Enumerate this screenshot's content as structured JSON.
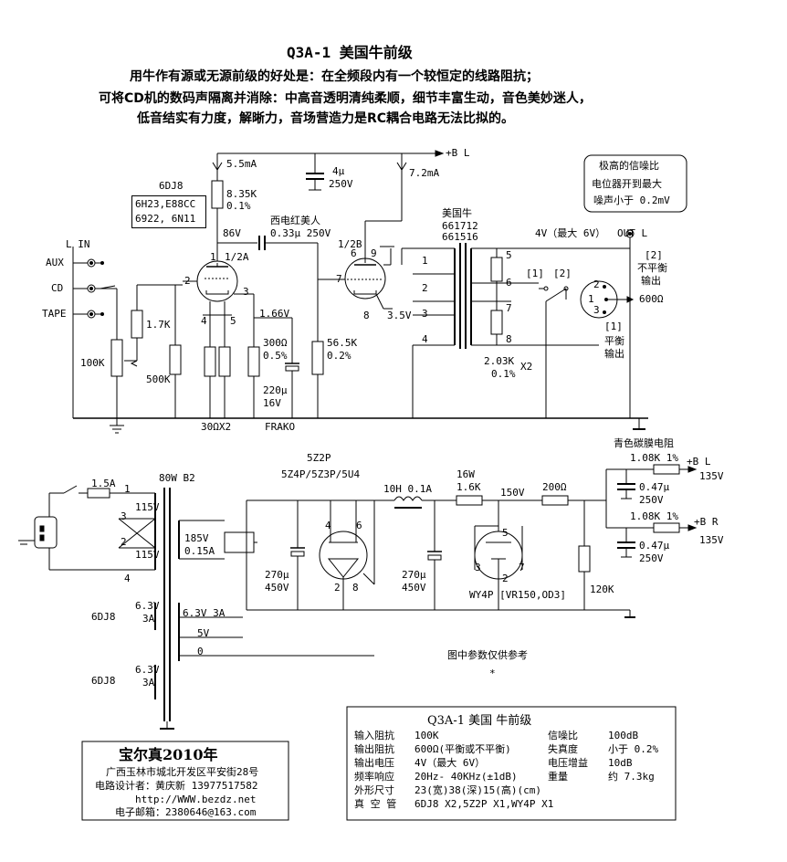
{
  "title": "Q3A-1 美国牛前级",
  "intro": [
    "用牛作有源或无源前级的好处是：在全频段内有一个较恒定的线路阻抗；",
    "可将CD机的数码声隔离并消除：中高音透明清纯柔顺，细节丰富生动，音色美妙迷人，",
    "低音结实有力度，解晰力，音场营造力是RC耦合电路无法比拟的。"
  ],
  "preamp": {
    "tube_name": "6DJ8",
    "tube_equivalents": [
      "6H23,E88CC",
      "6922, 6N11"
    ],
    "current_1": "5.5mA",
    "r_plate": [
      "8.35K",
      "0.1%"
    ],
    "v_plate": "86V",
    "half_a": "1/2A",
    "half_b": "1/2B",
    "cap_coupling_name": "西电红美人",
    "cap_coupling_value": "0.33μ 250V",
    "cap_b_value": [
      "4μ",
      "250V"
    ],
    "current_2": "7.2mA",
    "bplus": "+B  L",
    "v_cathode": "1.66V",
    "r_cathode": [
      "300Ω",
      "0.5%"
    ],
    "cap_cathode": [
      "220μ",
      "16V"
    ],
    "cap_brand": "FRAKO",
    "r_heater": "30ΩX2",
    "r_grid_b": [
      "56.5K",
      "0.2%"
    ],
    "v_cathode_b": "3.5V",
    "r_17k": "1.7K",
    "r_500k": "500K",
    "pot": "100K",
    "inputs_label": "L IN",
    "inputs": [
      "AUX",
      "CD",
      "TAPE"
    ],
    "pin_1": "1",
    "pin_2": "2",
    "pin_3": "3",
    "pin_4": "4",
    "pin_5": "5",
    "pin_6": "6",
    "pin_7": "7",
    "pin_8": "8",
    "pin_9": "9"
  },
  "transformer": {
    "name": "美国牛",
    "models": [
      "661712",
      "661516"
    ],
    "prim_pins": [
      "1",
      "2",
      "3",
      "4"
    ],
    "sec_pins": [
      "5",
      "6",
      "7",
      "8"
    ],
    "r_load": [
      "2.03K",
      "0.1%"
    ],
    "x2": "X2",
    "switch_labels": [
      "[1]",
      "[2]"
    ]
  },
  "output": {
    "level": "4V（最大 6V）",
    "out_label": "OUT L",
    "bal_unbal_note": "[2]",
    "unbal": [
      "不平衡",
      "输出"
    ],
    "impedance": "600Ω",
    "bal_note": "[1]",
    "bal": [
      "平衡",
      "输出"
    ],
    "xlr_pins": [
      "2",
      "1",
      "3"
    ]
  },
  "snr_note": [
    "极高的信噪比",
    "电位器开到最大",
    "噪声小于 0.2mV"
  ],
  "power": {
    "rect_name": "5Z2P",
    "rect_equiv": "5Z4P/5Z3P/5U4",
    "fuse": "1.5A",
    "tx": "80W B2",
    "v115a": "115V",
    "v115b": "115V",
    "tx_pins": [
      "1",
      "3",
      "2",
      "4"
    ],
    "bias_v": [
      "185V",
      "0.15A"
    ],
    "cap1": [
      "270μ",
      "450V"
    ],
    "rect_pins": [
      "4",
      "6",
      "2",
      "8"
    ],
    "choke": "10H  0.1A",
    "cap2": [
      "270μ",
      "450V"
    ],
    "r_drop": [
      "16W",
      "1.6K"
    ],
    "v_reg": "150V",
    "reg_pins": [
      "5",
      "3",
      "2",
      "7"
    ],
    "reg_tube": "WY4P  [VR150,OD3]",
    "r_200": "200Ω",
    "r_120k": "120K",
    "film_res": "青色碳膜电阻",
    "rl": "1.08K 1%",
    "bl": "+B L",
    "vl": "135V",
    "cl": [
      "0.47μ",
      "250V"
    ],
    "rr": "1.08K 1%",
    "br": "+B R",
    "vr": "135V",
    "cr": [
      "0.47μ",
      "250V"
    ],
    "heater1": [
      "6.3V",
      "3A"
    ],
    "heater_label": "6.3V 3A",
    "tap_5v": "5V",
    "tap_0": "0",
    "heater2": [
      "6.3V",
      "3A"
    ],
    "tube_h1": "6DJ8",
    "tube_h2": "6DJ8",
    "ref_note": "图中参数仅供参考",
    "star": "*"
  },
  "company": {
    "name": "宝尔真2010年",
    "address": "广西玉林市城北开发区平安街28号",
    "designer": "电路设计者：黄庆新  13977517582",
    "url": "http://WWW.bezdz.net",
    "email": "电子邮箱：2380646@163.com"
  },
  "specs": {
    "title": "Q3A-1 美国 牛前级",
    "rows": [
      {
        "k": "输入阻抗",
        "v": "100K"
      },
      {
        "k": "输出阻抗",
        "v": "600Ω(平衡或不平衡)"
      },
      {
        "k": "输出电压",
        "v": "4V（最大 6V）"
      },
      {
        "k": "频率响应",
        "v": "20Hz- 40KHz(±1dB)"
      },
      {
        "k": "外形尺寸",
        "v": "23(宽)38(深)15(高)(cm)"
      },
      {
        "k": "真 空 管",
        "v": "6DJ8 X2,5Z2P X1,WY4P X1"
      }
    ],
    "right": [
      {
        "k": "信噪比",
        "v": "100dB"
      },
      {
        "k": "失真度",
        "v": "小于 0.2%"
      },
      {
        "k": "电压增益",
        "v": "10dB"
      },
      {
        "k": "重量",
        "v": "约 7.3kg"
      }
    ]
  }
}
